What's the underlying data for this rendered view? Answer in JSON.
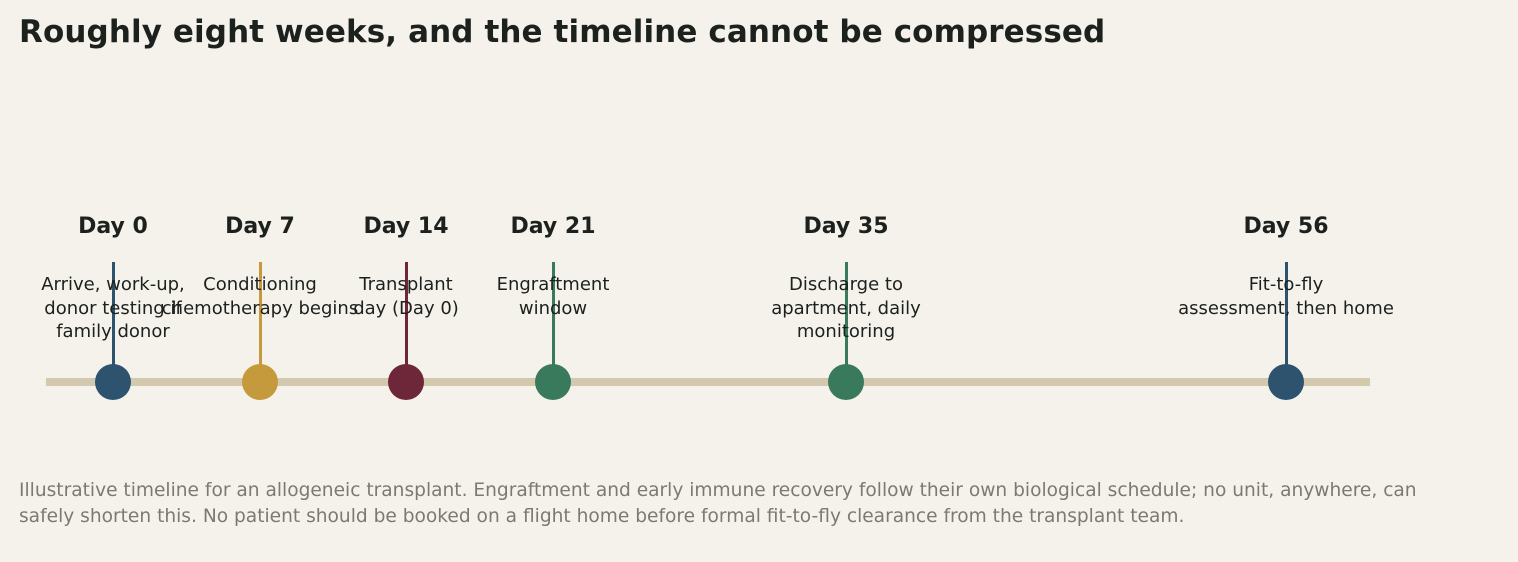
{
  "title": "Roughly eight weeks, and the timeline cannot be compressed",
  "milestones": [
    {
      "day": "Day 0",
      "day_number": 0,
      "lines": [
        "Arrive, work-up,",
        "donor testing if",
        "family donor"
      ],
      "color": "#2e536f"
    },
    {
      "day": "Day 7",
      "day_number": 7,
      "lines": [
        "Conditioning",
        "chemotherapy begins"
      ],
      "color": "#c49a3c"
    },
    {
      "day": "Day 14",
      "day_number": 14,
      "lines": [
        "Transplant",
        "day (Day 0)"
      ],
      "color": "#6e2738"
    },
    {
      "day": "Day 21",
      "day_number": 21,
      "lines": [
        "Engraftment",
        "window"
      ],
      "color": "#3a7a5c"
    },
    {
      "day": "Day 35",
      "day_number": 35,
      "lines": [
        "Discharge to",
        "apartment, daily",
        "monitoring"
      ],
      "color": "#3a7a5c"
    },
    {
      "day": "Day 56",
      "day_number": 56,
      "lines": [
        "Fit-to-fly",
        "assessment, then home"
      ],
      "color": "#2e536f"
    }
  ],
  "caption": [
    "Illustrative timeline for an allogeneic transplant. Engraftment and early immune recovery follow their own biological schedule; no unit, anywhere, can",
    "safely shorten this. No patient should be booked on a flight home before formal fit-to-fly clearance from the transplant team."
  ],
  "colors": {
    "background": "#f5f2ec",
    "track": "#d3c9ae",
    "text": "#1c211e",
    "caption": "#7a7a72"
  }
}
